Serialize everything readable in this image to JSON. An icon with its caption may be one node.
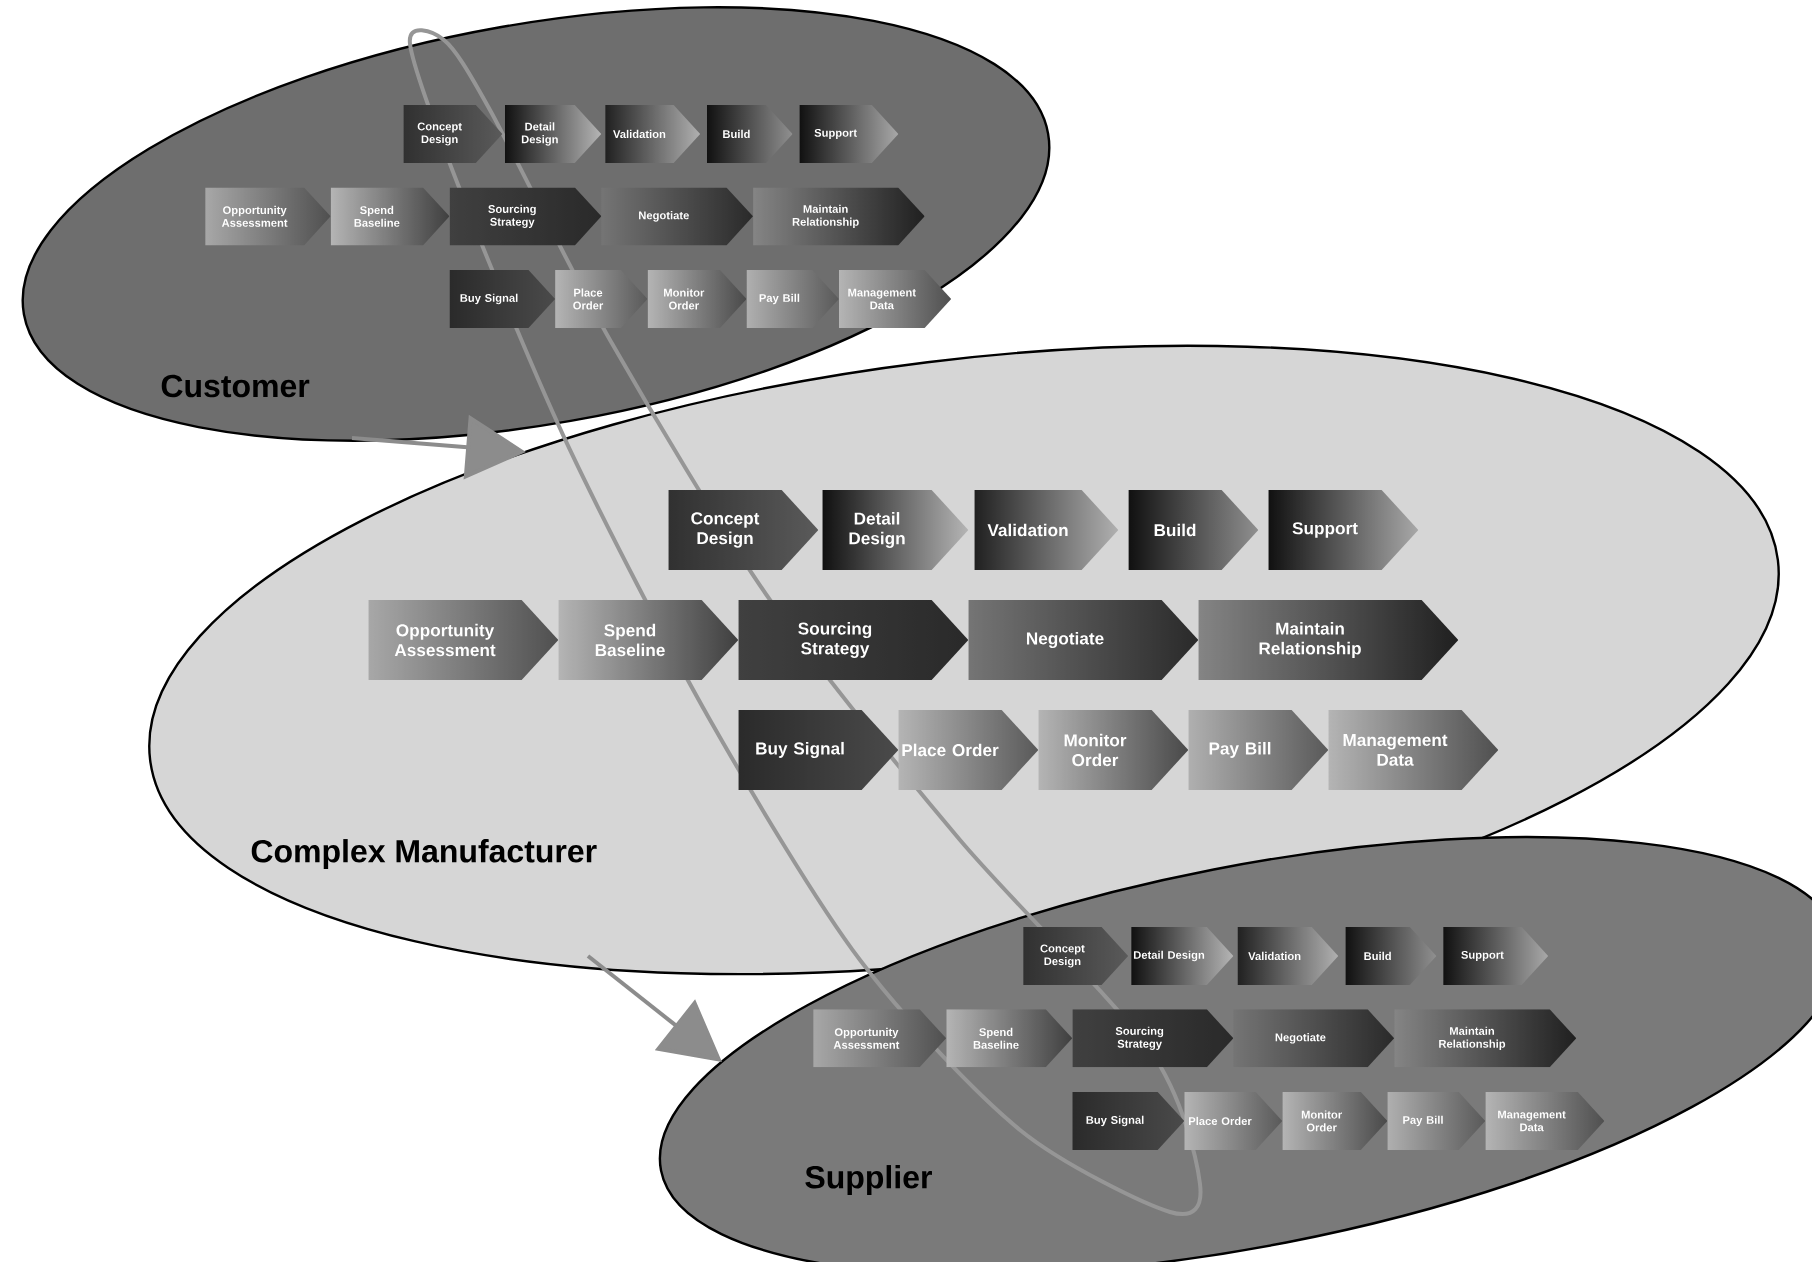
{
  "diagram": {
    "nodes": [
      {
        "text": [
          "Customer"
        ]
      },
      {
        "text": [
          "Concept Design"
        ],
        "in": 0
      },
      {
        "text": [
          "Detail Design"
        ],
        "in": 0
      },
      {
        "text": [
          "Validation"
        ],
        "in": 0
      },
      {
        "text": [
          "Build"
        ],
        "in": 0
      },
      {
        "text": [
          "Support"
        ],
        "in": 0
      },
      {
        "text": [
          "Opportunity Assessment"
        ],
        "in": 0
      },
      {
        "text": [
          "Spend Baseline"
        ],
        "in": 0
      },
      {
        "text": [
          "Sourcing Strategy"
        ],
        "in": 0
      },
      {
        "text": [
          "Negotiate"
        ],
        "in": 0
      },
      {
        "text": [
          "Maintain Relationship"
        ],
        "in": 0
      },
      {
        "text": [
          "Buy Signal"
        ],
        "in": 0
      },
      {
        "text": [
          "Place Order"
        ],
        "in": 0
      },
      {
        "text": [
          "Monitor Order"
        ],
        "in": 0
      },
      {
        "text": [
          "Pay Bill"
        ],
        "in": 0
      },
      {
        "text": [
          "Management Data"
        ],
        "in": 0
      },
      {
        "text": [
          "Complex Manufacturer"
        ]
      },
      {
        "text": [
          "Concept Design"
        ],
        "in": 16
      },
      {
        "text": [
          "Detail Design"
        ],
        "in": 16
      },
      {
        "text": [
          "Validation"
        ],
        "in": 16
      },
      {
        "text": [
          "Build"
        ],
        "in": 16
      },
      {
        "text": [
          "Support"
        ],
        "in": 16
      },
      {
        "text": [
          "Opportunity Assessment"
        ],
        "in": 16
      },
      {
        "text": [
          "Spend Baseline"
        ],
        "in": 16
      },
      {
        "text": [
          "Sourcing Strategy"
        ],
        "in": 16
      },
      {
        "text": [
          "Negotiate"
        ],
        "in": 16
      },
      {
        "text": [
          "Maintain Relationship"
        ],
        "in": 16
      },
      {
        "text": [
          "Buy Signal"
        ],
        "in": 16
      },
      {
        "text": [
          "Place Order"
        ],
        "in": 16
      },
      {
        "text": [
          "Monitor Order"
        ],
        "in": 16
      },
      {
        "text": [
          "Pay Bill"
        ],
        "in": 16
      },
      {
        "text": [
          "Management Data"
        ],
        "in": 16
      },
      {
        "text": [
          "Supplier"
        ]
      },
      {
        "text": [
          "Concept Design"
        ],
        "in": 32
      },
      {
        "text": [
          "Detail Design"
        ],
        "in": 32
      },
      {
        "text": [
          "Validation"
        ],
        "in": 32
      },
      {
        "text": [
          "Build"
        ],
        "in": 32
      },
      {
        "text": [
          "Support"
        ],
        "in": 32
      },
      {
        "text": [
          "Opportunity Assessment"
        ],
        "in": 32
      },
      {
        "text": [
          "Spend Baseline"
        ],
        "in": 32
      },
      {
        "text": [
          "Sourcing Strategy"
        ],
        "in": 32
      },
      {
        "text": [
          "Negotiate"
        ],
        "in": 32
      },
      {
        "text": [
          "Maintain Relationship"
        ],
        "in": 32
      },
      {
        "text": [
          "Buy Signal"
        ],
        "in": 32
      },
      {
        "text": [
          "Place Order"
        ],
        "in": 32
      },
      {
        "text": [
          "Monitor Order"
        ],
        "in": 32
      },
      {
        "text": [
          "Pay Bill"
        ],
        "in": 32
      },
      {
        "text": [
          "Management Data"
        ],
        "in": 32
      }
    ],
    "edges": [
      {
        "from": 0,
        "to": 16,
        "arrow": "to"
      },
      {
        "from": 16,
        "to": 32,
        "arrow": "to"
      }
    ]
  }
}
